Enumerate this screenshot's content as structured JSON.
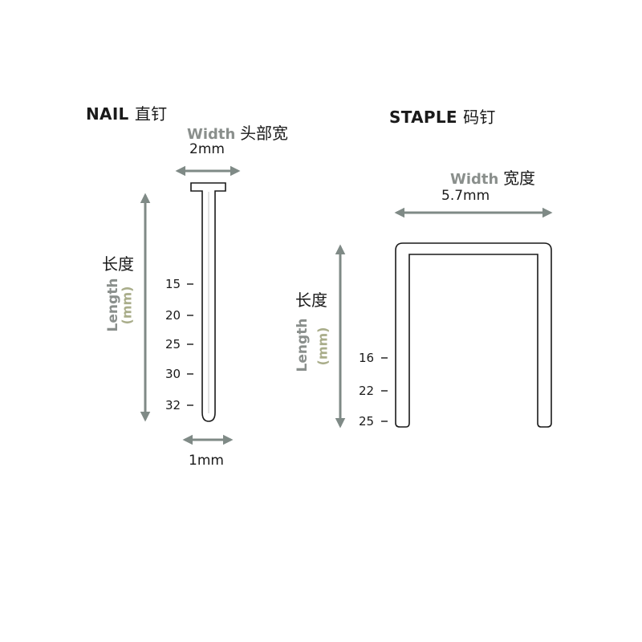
{
  "nail": {
    "title": "NAIL",
    "title_zh": "直钉",
    "width_label": "Width",
    "width_label_zh": "头部宽",
    "head_width": "2mm",
    "shank_width": "1mm",
    "length_zh": "长度",
    "length_label": "Length",
    "length_unit": "(mm)",
    "lengths": [
      "15",
      "20",
      "25",
      "30",
      "32"
    ]
  },
  "staple": {
    "title": "STAPLE",
    "title_zh": "码钉",
    "width_label": "Width",
    "width_label_zh": "宽度",
    "crown_width": "5.7mm",
    "length_zh": "长度",
    "length_label": "Length",
    "length_unit": "(mm)",
    "lengths": [
      "16",
      "22",
      "25"
    ]
  },
  "colors": {
    "arrow": "#7f8a86",
    "outline": "#1a1a1a",
    "label_gray": "#8a8f8c",
    "label_olive": "#a9ad8a"
  }
}
